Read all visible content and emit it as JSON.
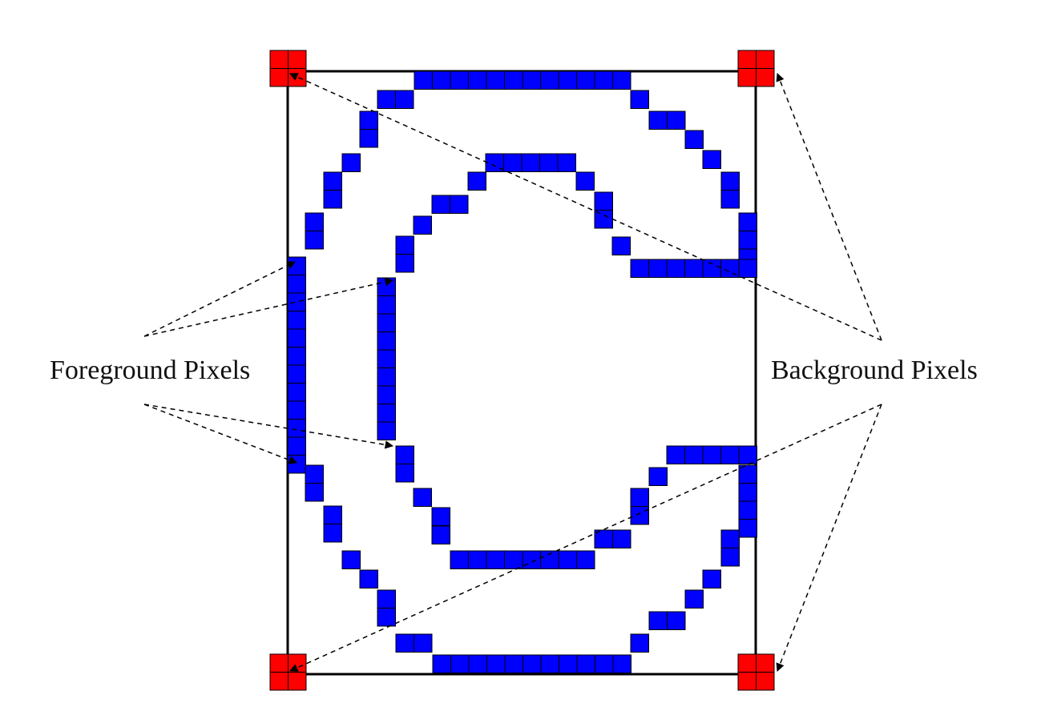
{
  "labels": {
    "foreground": "Foreground Pixels",
    "background": "Background Pixels"
  },
  "colors": {
    "foreground_pixel": "#0000ff",
    "background_pixel": "#ff0000",
    "outline": "#000000"
  },
  "letter": "C"
}
